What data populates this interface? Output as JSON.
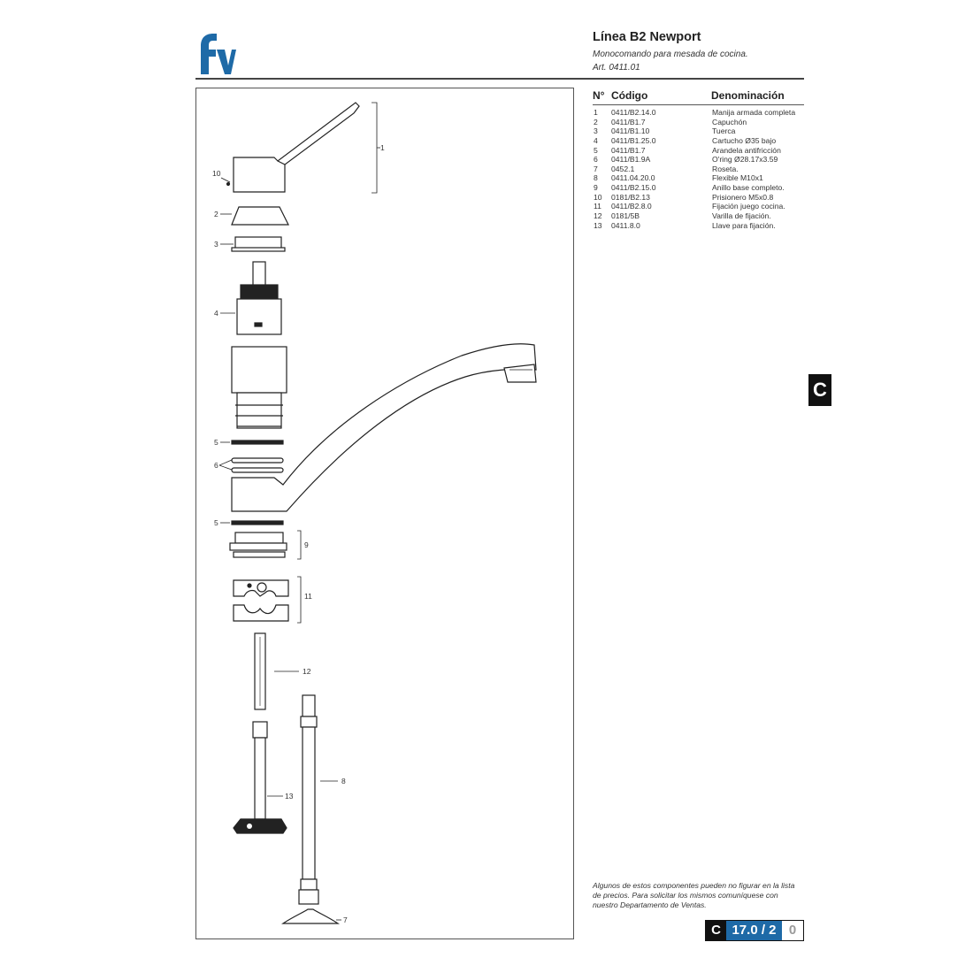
{
  "brand": {
    "logo_icon": "fv-logo-icon",
    "color": "#1e6aa7"
  },
  "header": {
    "title": "Línea B2 Newport",
    "subtitle": "Monocomando para mesada de cocina.",
    "article": "Art. 0411.01"
  },
  "parts_table": {
    "headers": {
      "number": "N°",
      "code": "Código",
      "name": "Denominación"
    },
    "rows": [
      {
        "n": "1",
        "code": "0411/B2.14.0",
        "name": "Manija armada completa"
      },
      {
        "n": "2",
        "code": "0411/B1.7",
        "name": "Capuchón"
      },
      {
        "n": "3",
        "code": "0411/B1.10",
        "name": "Tuerca"
      },
      {
        "n": "4",
        "code": "0411/B1.25.0",
        "name": "Cartucho Ø35 bajo"
      },
      {
        "n": "5",
        "code": "0411/B1.7",
        "name": "Arandela antifricción"
      },
      {
        "n": "6",
        "code": "0411/B1.9A",
        "name": "O'ring Ø28.17x3.59"
      },
      {
        "n": "7",
        "code": "0452.1",
        "name": "Roseta."
      },
      {
        "n": "8",
        "code": "0411.04.20.0",
        "name": "Flexible M10x1"
      },
      {
        "n": "9",
        "code": "0411/B2.15.0",
        "name": "Anillo base completo."
      },
      {
        "n": "10",
        "code": "0181/B2.13",
        "name": "Prisionero M5x0.8"
      },
      {
        "n": "11",
        "code": "0411/B2.8.0",
        "name": "Fijación juego cocina."
      },
      {
        "n": "12",
        "code": "0181/5B",
        "name": "Varilla de fijación."
      },
      {
        "n": "13",
        "code": "0411.8.0",
        "name": "Llave para fijación."
      }
    ]
  },
  "diagram": {
    "callouts": {
      "c1": "1",
      "c2": "2",
      "c3": "3",
      "c4": "4",
      "c5a": "5",
      "c5b": "5",
      "c6": "6",
      "c7": "7",
      "c8": "8",
      "c9": "9",
      "c10": "10",
      "c11": "11",
      "c12": "12",
      "c13": "13"
    }
  },
  "note": "Algunos de estos componentes pueden no figurar en la lista de precios. Para solicitar los mismos comuníquese con nuestro Departamento de Ventas.",
  "section_tab": "C",
  "page_badge": {
    "section": "C",
    "number": "17.0 / 2",
    "revision": "0"
  }
}
